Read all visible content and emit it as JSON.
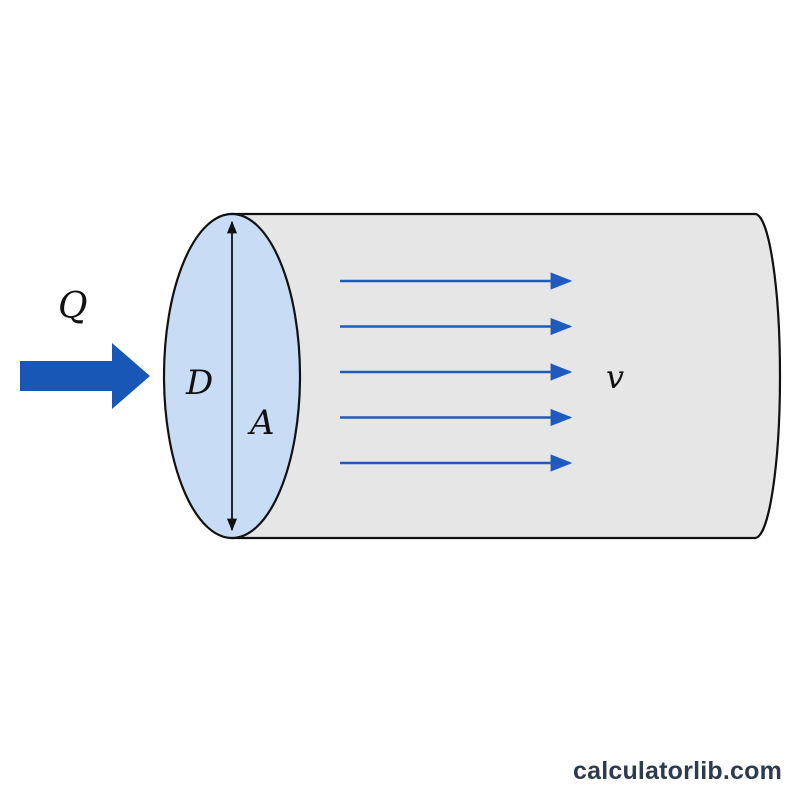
{
  "diagram": {
    "labels": {
      "flow_rate": "Q",
      "diameter": "D",
      "area": "A",
      "velocity": "v"
    },
    "streamline_count": 5
  },
  "watermark": {
    "text": "calculatorlib.com"
  },
  "colors": {
    "inlet_arrow": "#1857b6",
    "streamlines": "#1f5bbf",
    "pipe_fill": "#e6e6e6",
    "cross_section_fill": "#c8dcf6",
    "outline": "#111111",
    "watermark": "#2f3b4c"
  }
}
